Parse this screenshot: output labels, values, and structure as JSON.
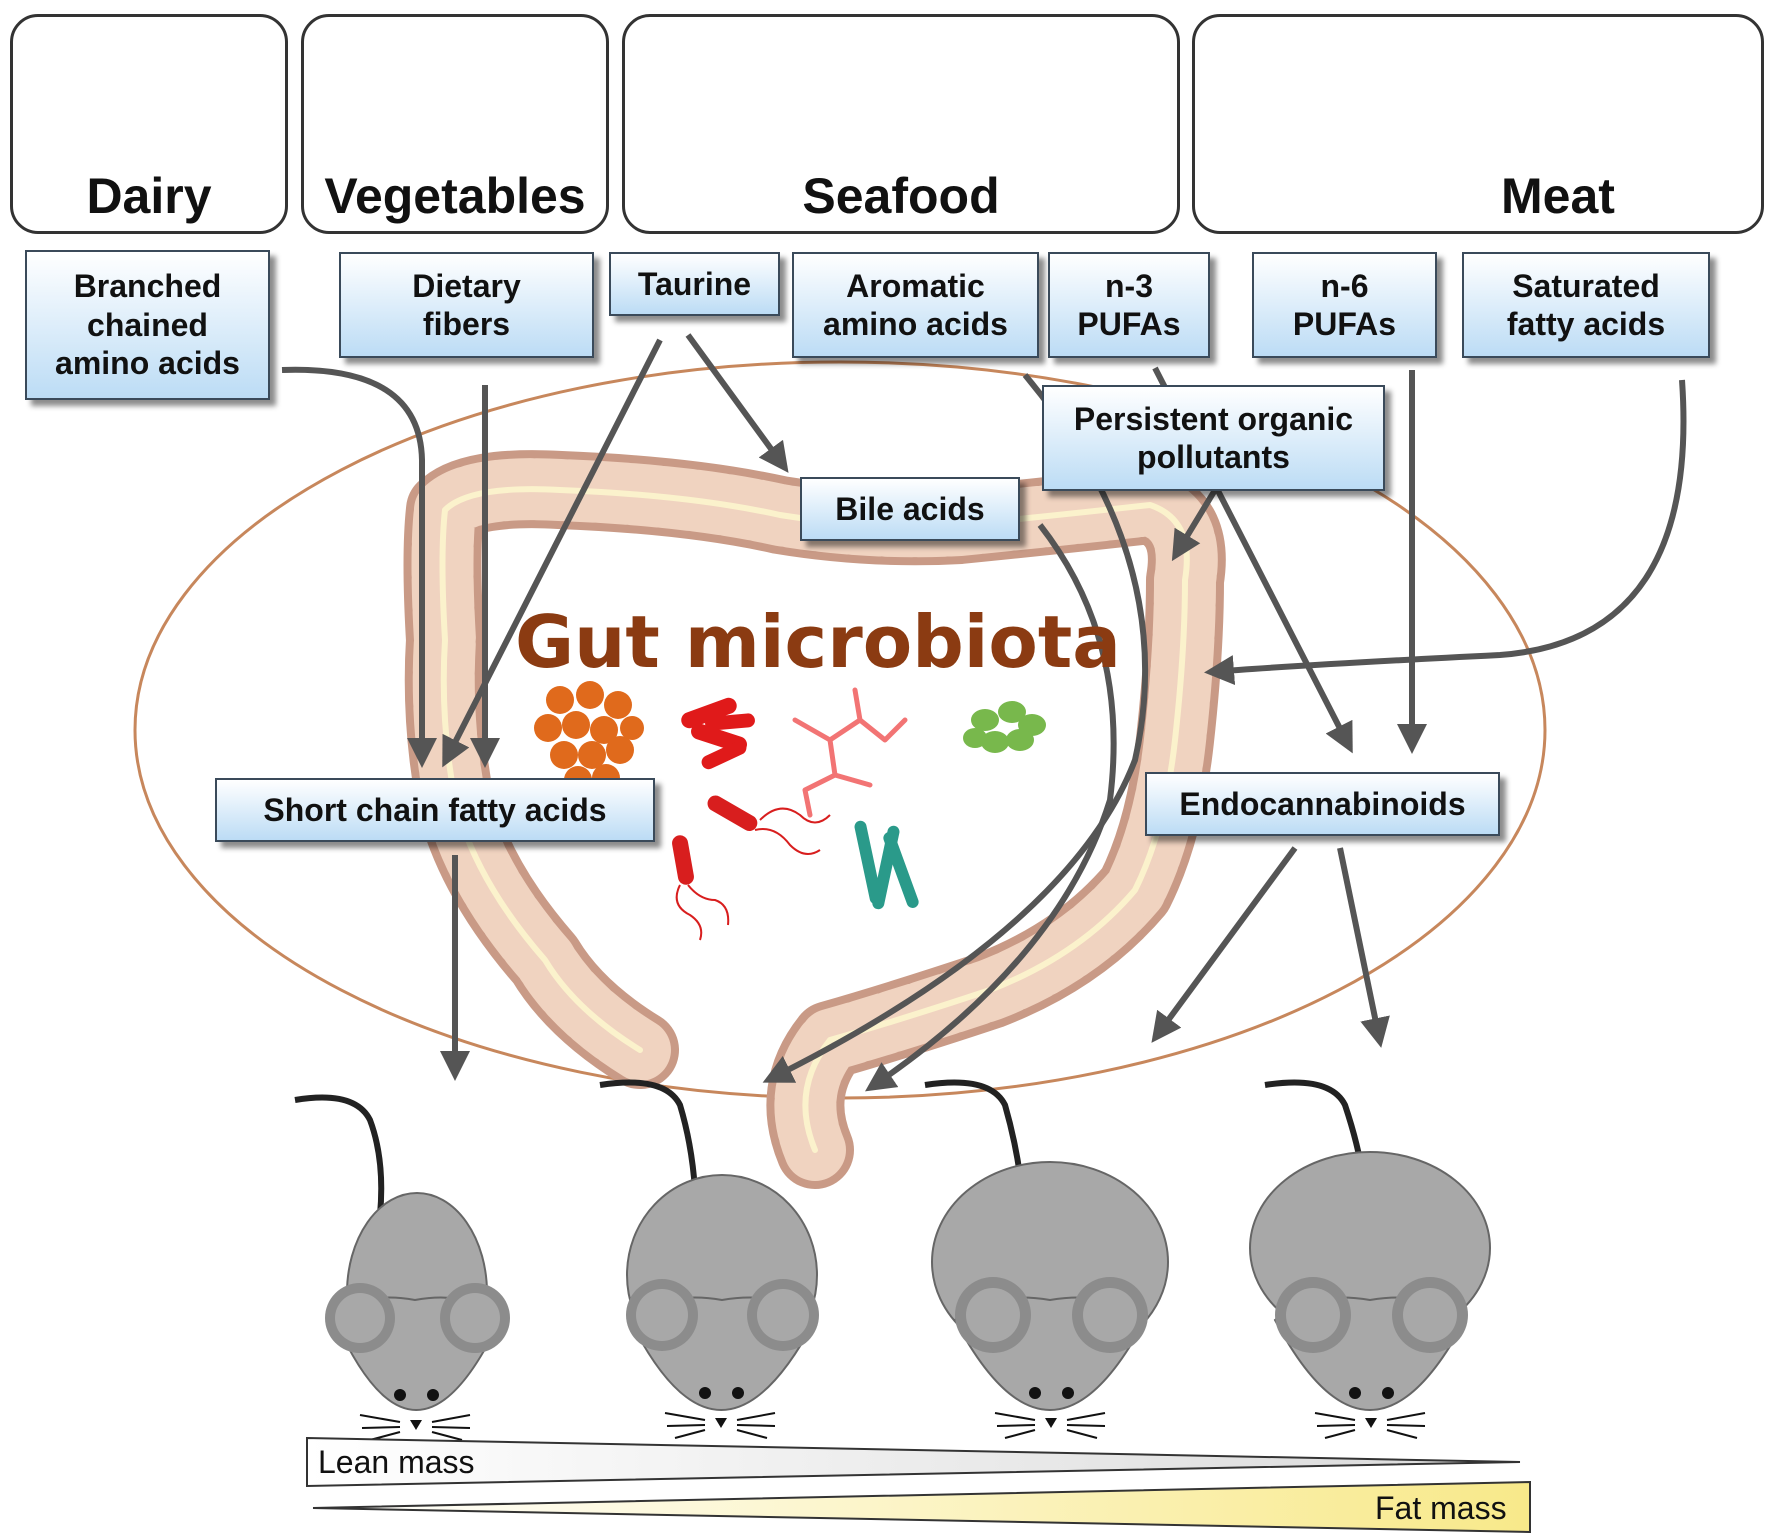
{
  "food_sources": [
    {
      "id": "dairy",
      "label": "Dairy"
    },
    {
      "id": "vegetables",
      "label": "Vegetables"
    },
    {
      "id": "seafood",
      "label": "Seafood"
    },
    {
      "id": "meat",
      "label": "Meat"
    }
  ],
  "nutrients": {
    "bcaa": "Branched\nchained\namino acids",
    "fibers": "Dietary\nfibers",
    "taurine": "Taurine",
    "aromatic": "Aromatic\namino acids",
    "n3": "n-3\nPUFAs",
    "n6": "n-6\nPUFAs",
    "saturated": "Saturated\nfatty acids",
    "pollutants": "Persistent organic\npollutants",
    "bile": "Bile acids",
    "scfa": "Short chain fatty acids",
    "endocannabinoids": "Endocannabinoids"
  },
  "center_title": "Gut microbiota",
  "gradient": {
    "lean": "Lean mass",
    "fat": "Fat mass"
  },
  "colors": {
    "box_fill_top": "#ffffff",
    "box_fill_bottom": "#bcdcf5",
    "title": "#8b3b12",
    "arrow": "#555555",
    "mouse": "#a9a9a9",
    "fat_wedge": "#fbf0a4",
    "lean_wedge": "#f2f2f2"
  }
}
